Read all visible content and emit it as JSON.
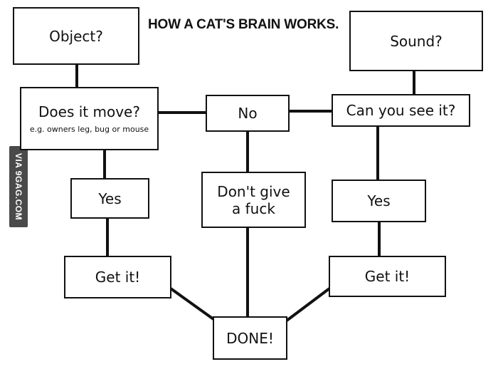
{
  "title": "HOW A CAT'S BRAIN WORKS.",
  "watermark": "VIA 9GAG.COM",
  "nodes": {
    "object": "Object?",
    "sound": "Sound?",
    "does_it_move": "Does it move?",
    "does_it_move_note": "e.g. owners leg, bug or mouse",
    "no": "No",
    "can_you_see": "Can you see it?",
    "yes_left": "Yes",
    "dont_give": "Don't give a fuck",
    "yes_right": "Yes",
    "get_it_left": "Get it!",
    "get_it_right": "Get it!",
    "done": "DONE!"
  }
}
